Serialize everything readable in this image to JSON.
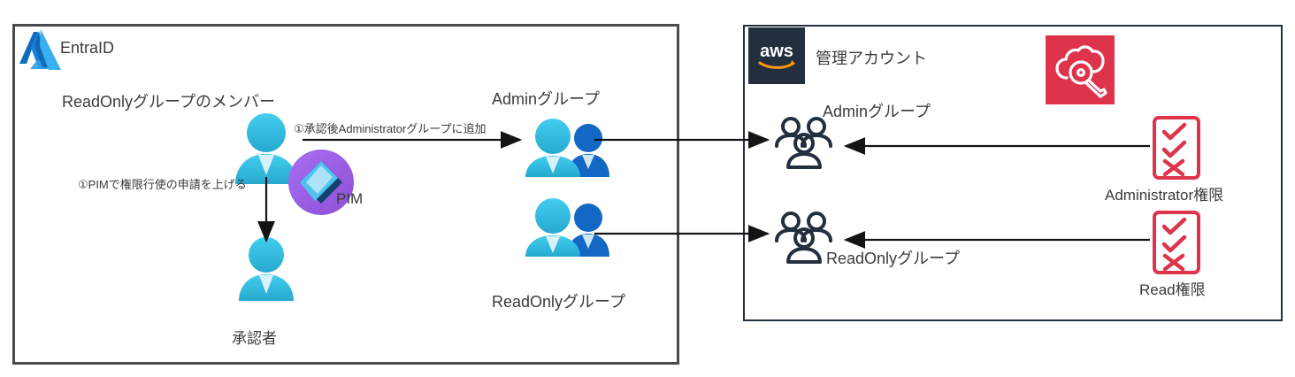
{
  "diagram": {
    "title": "EntraID to AWS privileged access diagram",
    "colors": {
      "entra_border": "#4a4a4a",
      "aws_border": "#232f3e",
      "aws_navy": "#232f3e",
      "cloudtrail_red": "#dd344c",
      "person_cyan": "#32bedd",
      "person_blue": "#0f6cbd",
      "pim_purple": "#9b5ede",
      "arrow_black": "#141414"
    }
  },
  "entra_panel": {
    "logo_name": "azure-entra-logo",
    "title": "EntraID",
    "member_label": "ReadOnlyグループのメンバー",
    "approver_label": "承認者",
    "pim_label": "PIM",
    "admin_group_label": "Adminグループ",
    "readonly_group_label": "ReadOnlyグループ",
    "annotations": {
      "approval_add": "①承認後Administratorグループに追加",
      "pim_request": "①PIMで権限行使の申請を上げる"
    }
  },
  "aws_panel": {
    "logo_name": "aws-logo",
    "logo_text": "aws",
    "title": "管理アカウント",
    "service_icon_name": "cloudtrail-icon",
    "groups": [
      {
        "label": "Adminグループ",
        "icon": "users-group-icon"
      },
      {
        "label": "ReadOnlyグループ",
        "icon": "users-group-icon"
      }
    ],
    "permissions": [
      {
        "label": "Administrator権限",
        "icon": "checklist-icon",
        "marks": [
          "check",
          "check",
          "cross"
        ]
      },
      {
        "label": "Read権限",
        "icon": "checklist-icon",
        "marks": [
          "check",
          "check",
          "cross"
        ]
      }
    ]
  }
}
